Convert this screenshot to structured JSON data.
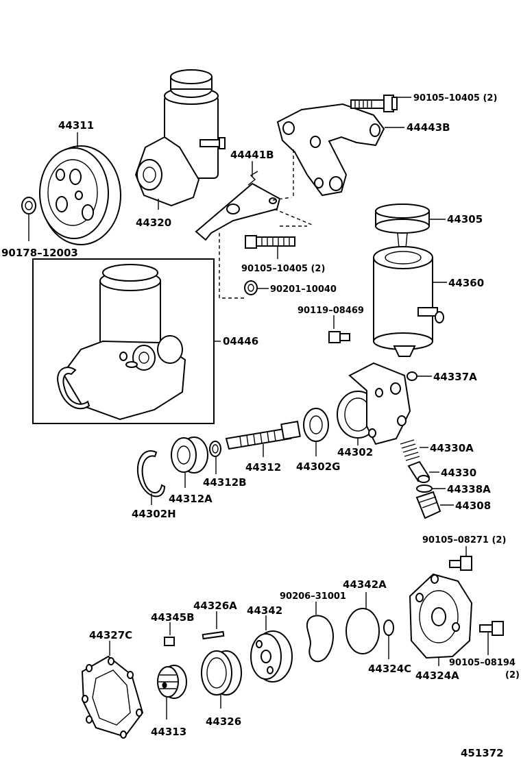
{
  "labels": {
    "p44311": "44311",
    "p90178": "90178–12003",
    "p44320": "44320",
    "p44441B": "44441B",
    "p90105_10405_top": "90105–10405 (2)",
    "p44443B": "44443B",
    "p90105_10405_mid": "90105–10405 (2)",
    "p90201": "90201–10040",
    "p44305": "44305",
    "p44360": "44360",
    "p90119": "90119–08469",
    "p04446": "04446",
    "p44337A": "44337A",
    "p44330A": "44330A",
    "p44302": "44302",
    "p44302G": "44302G",
    "p44312": "44312",
    "p44312B": "44312B",
    "p44312A": "44312A",
    "p44302H": "44302H",
    "p44330": "44330",
    "p44338A": "44338A",
    "p44308": "44308",
    "p90105_08271": "90105–08271 (2)",
    "p44342A": "44342A",
    "p90206": "90206–31001",
    "p44326A": "44326A",
    "p44342": "44342",
    "p44345B": "44345B",
    "p44327C": "44327C",
    "p44324C": "44324C",
    "p44324A": "44324A",
    "p90105_08194": "90105–08194",
    "p90105_08194_qty": "(2)",
    "p44313": "44313",
    "p44326": "44326",
    "figure_no": "451372"
  }
}
